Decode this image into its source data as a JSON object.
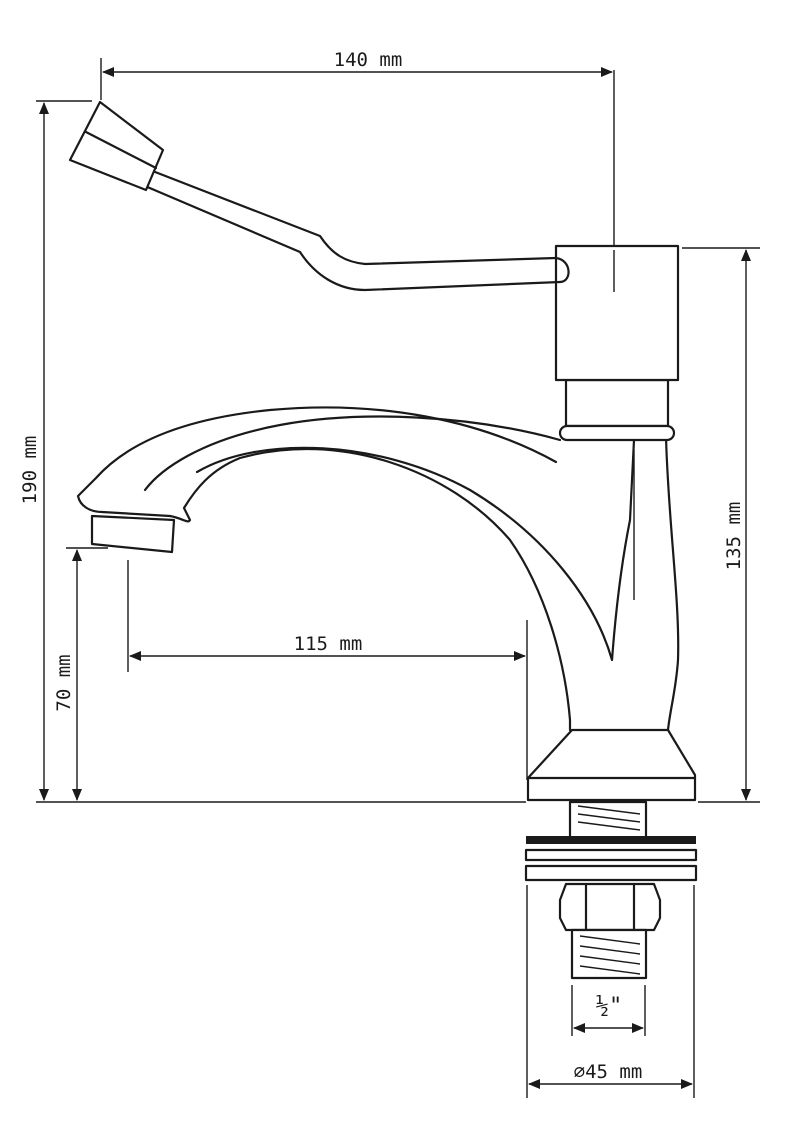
{
  "dimensions": {
    "handle_reach": "140 mm",
    "total_height": "190 mm",
    "body_height": "135 mm",
    "spout_height": "70 mm",
    "spout_reach": "115 mm",
    "thread_size": "½\"",
    "base_diameter": "⌀45 mm"
  },
  "colors": {
    "line": "#1a1a1a",
    "background": "#ffffff"
  }
}
